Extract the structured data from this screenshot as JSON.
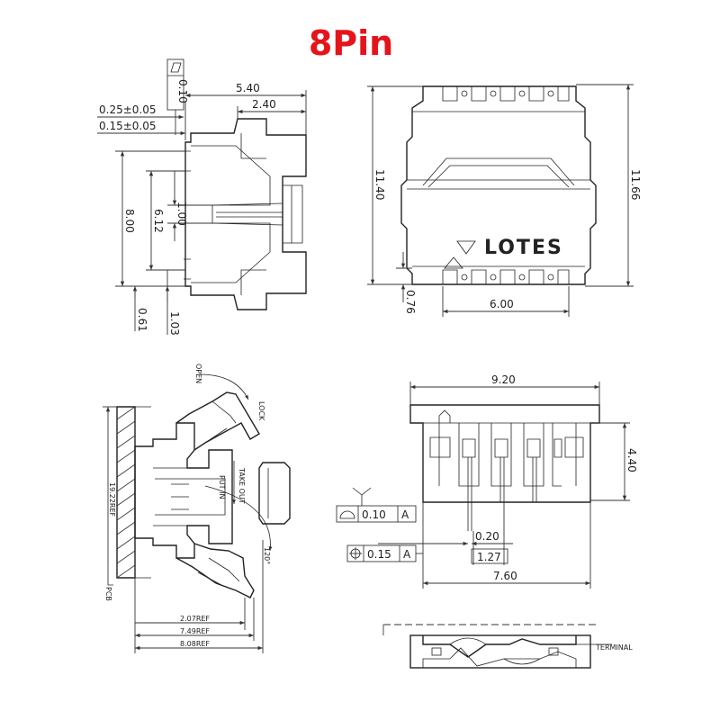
{
  "title": "8Pin",
  "brand": "LOTES",
  "side_view": {
    "flatness": "0.10",
    "dims": [
      "5.40",
      "2.40",
      "0.25±0.05",
      "0.15±0.05",
      "8.00",
      "6.12",
      "1.00",
      "0.61",
      "1.03"
    ]
  },
  "top_view": {
    "dims": [
      "11.40",
      "11.66",
      "0.76",
      "6.00"
    ]
  },
  "open_view": {
    "labels": [
      "OPEN",
      "LOCK",
      "TAKE OUT",
      "PUT IN",
      "120°",
      "PCB"
    ],
    "dims": [
      "19.22REF",
      "2.07REF",
      "7.49REF",
      "8.08REF"
    ]
  },
  "front_view": {
    "dims": [
      "9.20",
      "4.40",
      "0.20",
      "1.27",
      "7.60"
    ],
    "tol1": {
      "value": "0.10",
      "datum": "A"
    },
    "tol2": {
      "value": "0.15",
      "datum": "A"
    }
  },
  "section_view": {
    "label": "TERMINAL"
  }
}
